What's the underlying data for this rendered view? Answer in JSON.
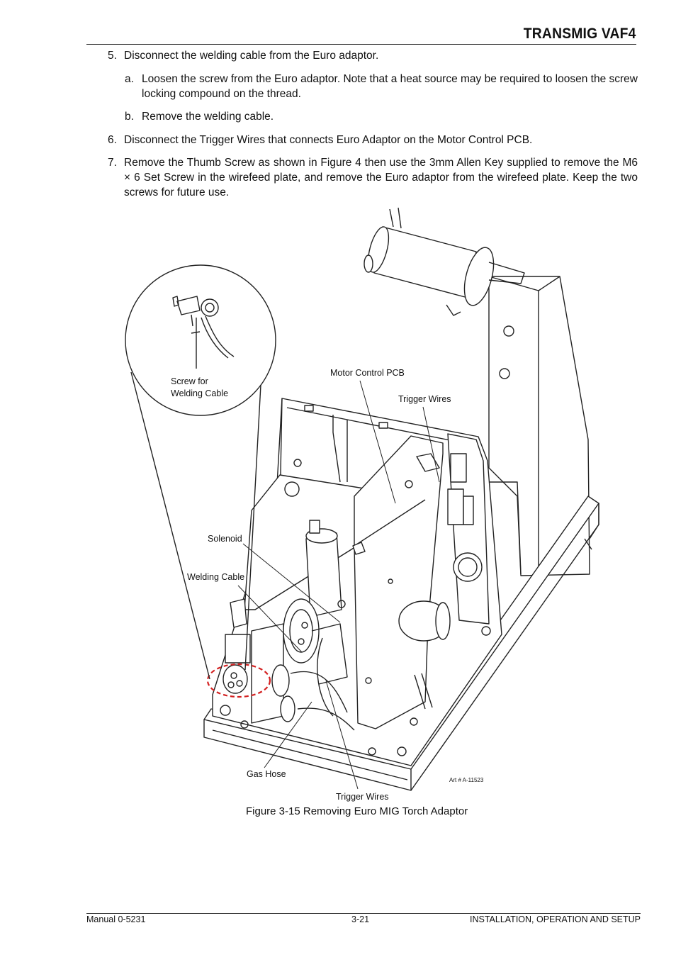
{
  "header": {
    "title": "TRANSMIG VAF4"
  },
  "steps": [
    {
      "num": "5.",
      "text": "Disconnect the welding cable from the Euro adaptor."
    },
    {
      "num": "a.",
      "text": "Loosen the screw from the Euro adaptor. Note that a heat source may be required to loosen the screw locking compound on the thread."
    },
    {
      "num": "b.",
      "text": "Remove the welding cable."
    },
    {
      "num": "6.",
      "text": "Disconnect the Trigger Wires that connects Euro Adaptor on the Motor Control PCB."
    },
    {
      "num": "7.",
      "text": "Remove the Thumb Screw as shown in Figure 4 then use the 3mm Allen Key supplied to remove the M6 × 6 Set Screw in the wirefeed plate, and remove the Euro adaptor from the wirefeed plate. Keep the two screws for future use."
    }
  ],
  "figure": {
    "labels": {
      "screw_line1": "Screw for",
      "screw_line2": "Welding Cable",
      "motor_pcb": "Motor Control PCB",
      "trigger_top": "Trigger Wires",
      "solenoid": "Solenoid",
      "welding_cable": "Welding Cable",
      "gas_hose": "Gas Hose",
      "trigger_bottom": "Trigger Wires",
      "art_number": "Art # A-11523"
    },
    "caption": "Figure 3-15 Removing Euro MIG Torch Adaptor",
    "highlight_color": "#d32020"
  },
  "footer": {
    "left": "Manual 0-5231",
    "center": "3-21",
    "right": "INSTALLATION, OPERATION AND SETUP"
  }
}
